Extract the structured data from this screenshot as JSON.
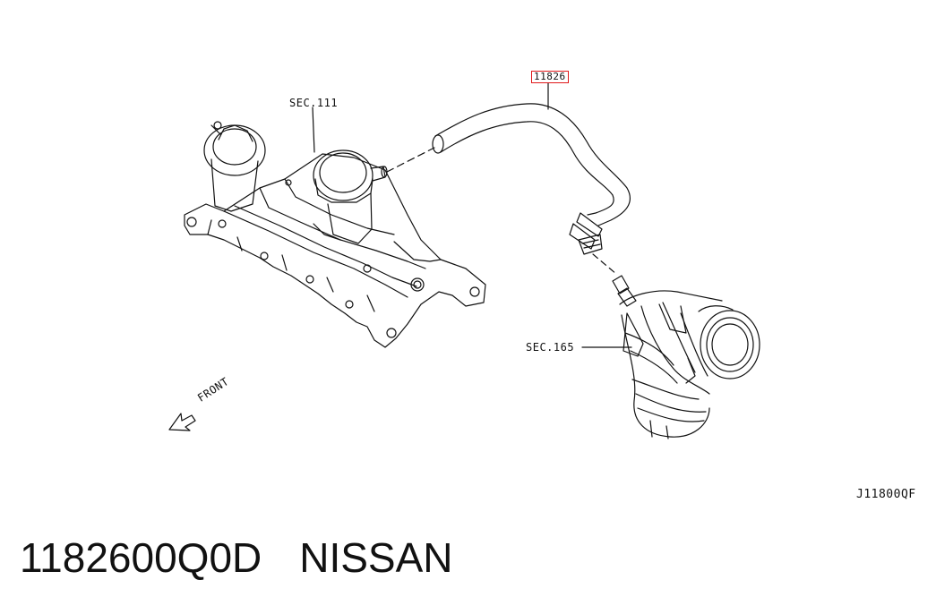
{
  "diagram": {
    "part_callout": "11826",
    "sec_111": "SEC.111",
    "sec_165": "SEC.165",
    "front": "FRONT",
    "ref_code": "J11800QF"
  },
  "footer": {
    "part_number": "1182600Q0D",
    "brand": "NISSAN"
  },
  "colors": {
    "line": "#111111",
    "highlight": "#e0191b"
  },
  "icons": [
    "front-arrow-icon"
  ]
}
